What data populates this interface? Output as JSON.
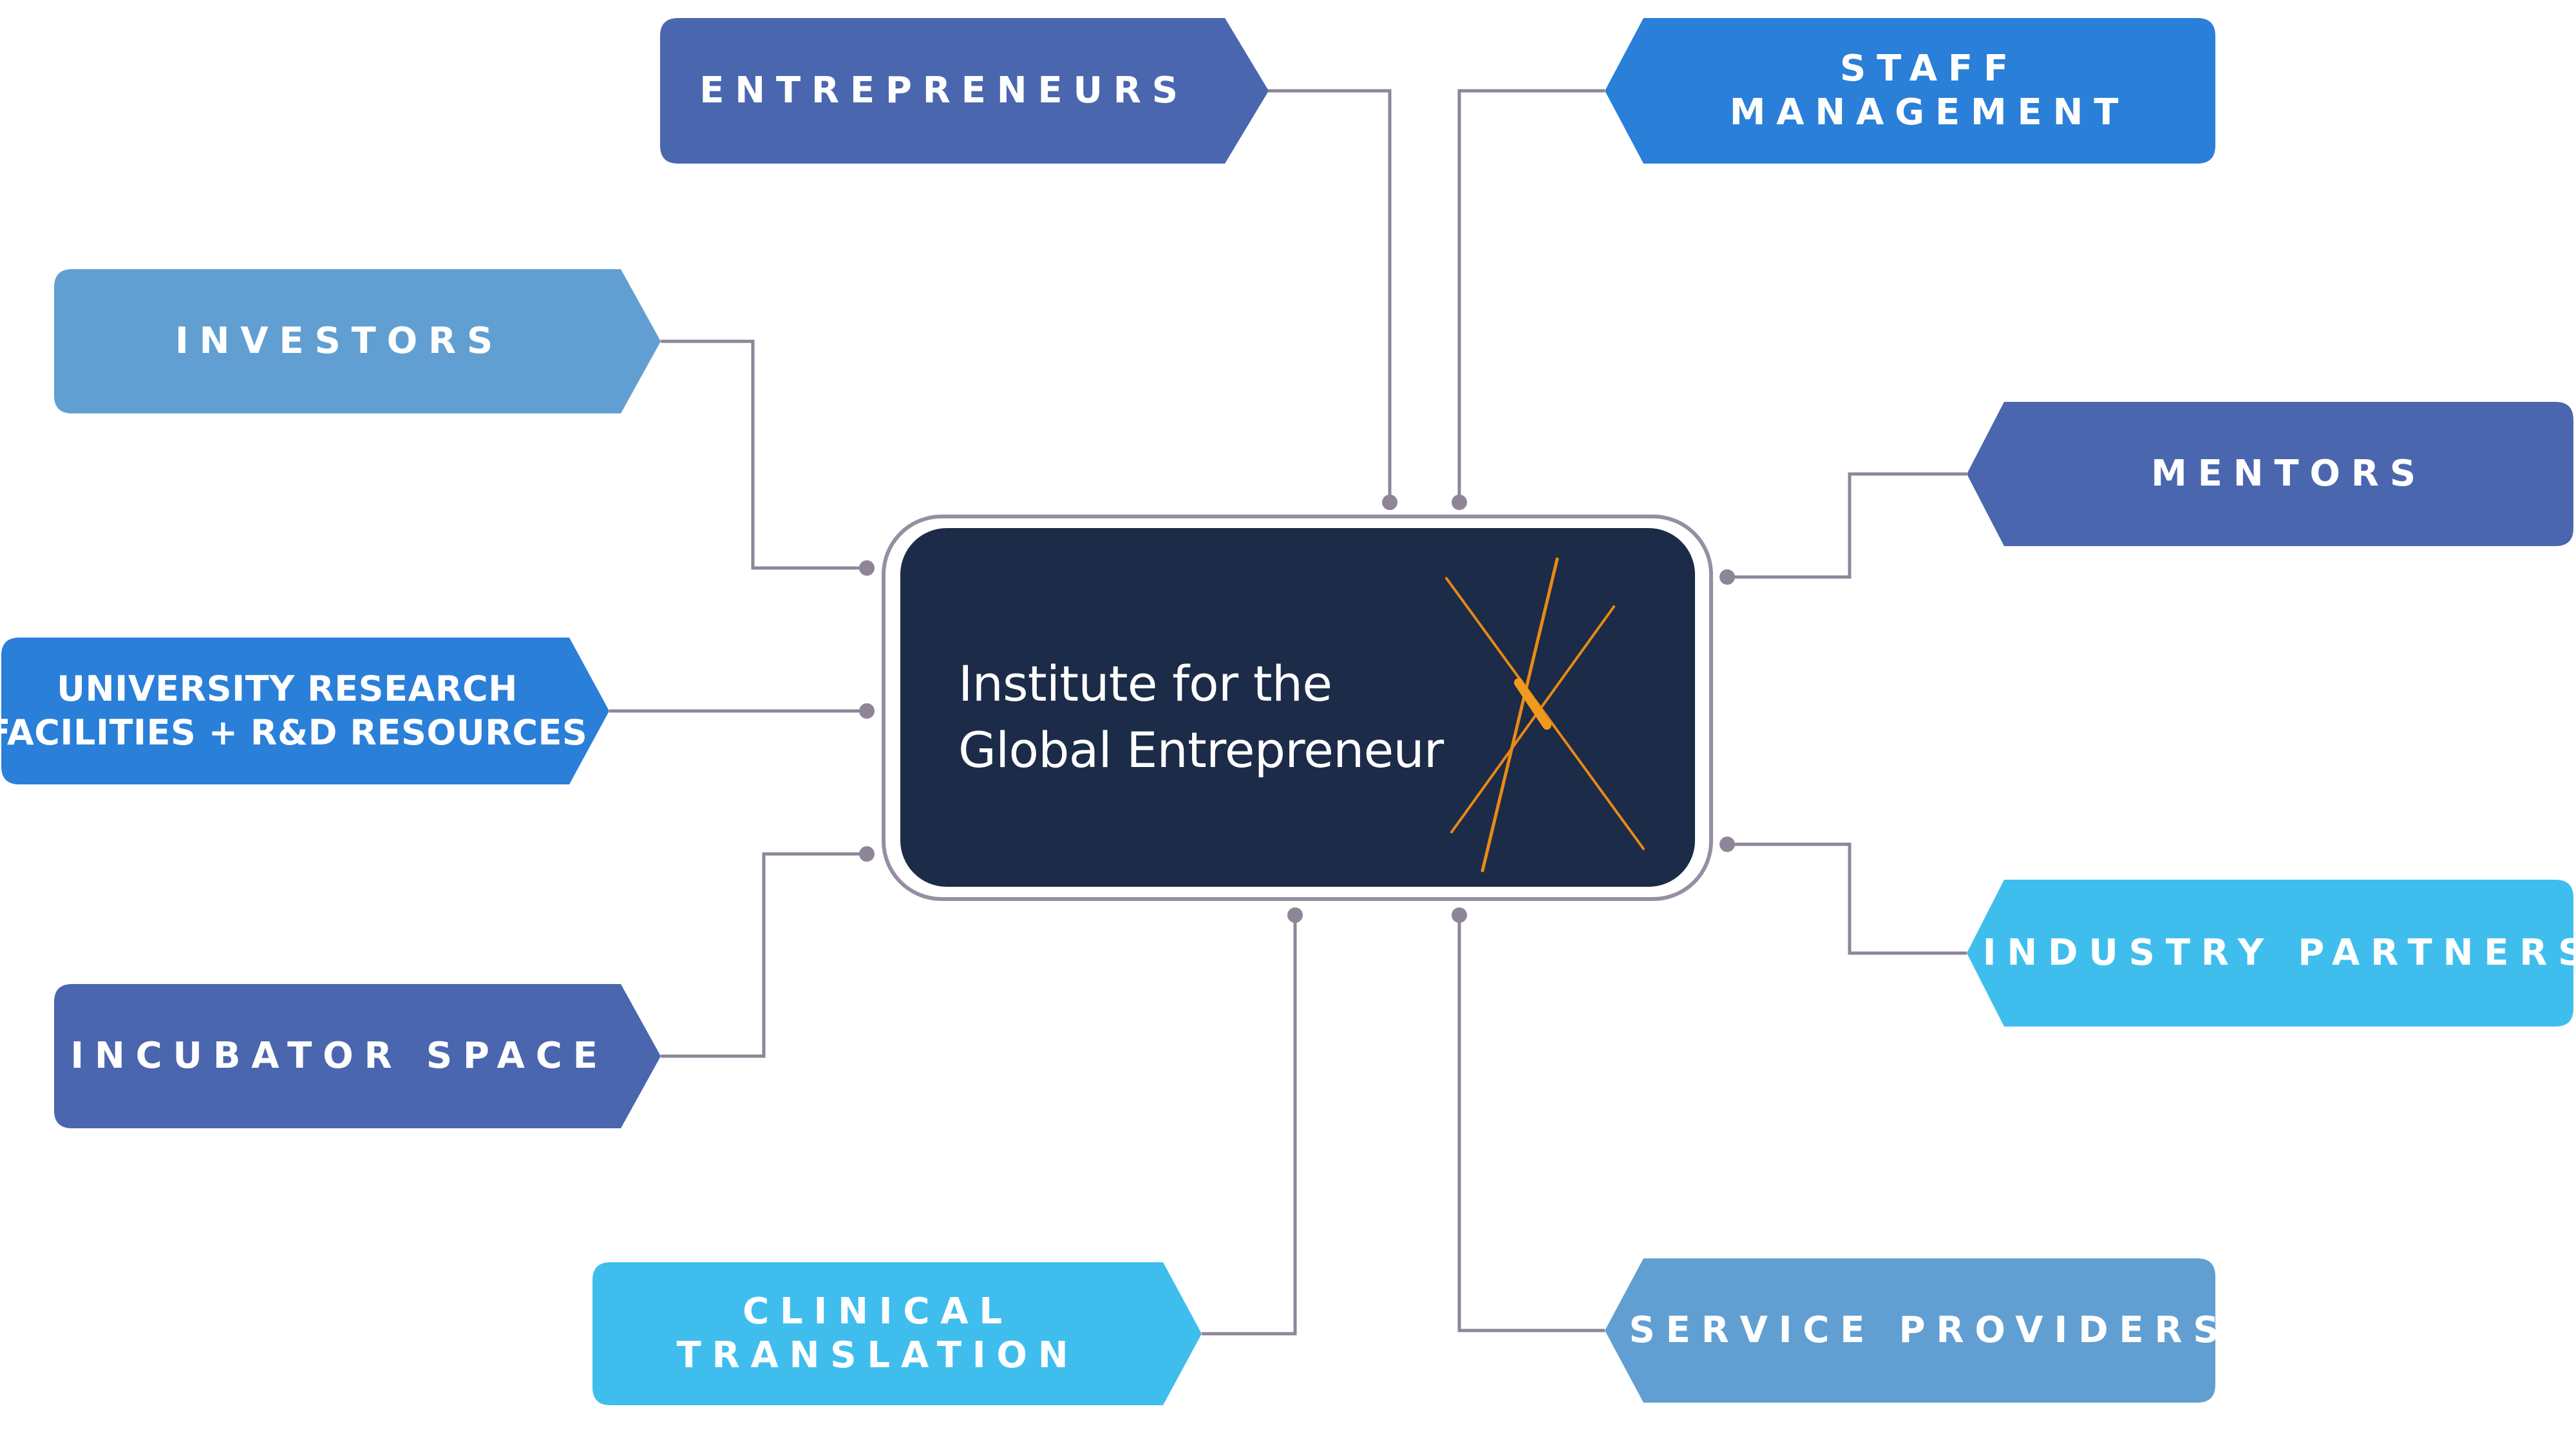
{
  "center": {
    "title_line1": "Institute for the",
    "title_line2": "Global Entrepreneur"
  },
  "nodes": {
    "entrepreneurs": {
      "lines": [
        "ENTREPRENEURS"
      ]
    },
    "staff_management": {
      "lines": [
        "STAFF",
        "MANAGEMENT"
      ]
    },
    "investors": {
      "lines": [
        "INVESTORS"
      ]
    },
    "mentors": {
      "lines": [
        "MENTORS"
      ]
    },
    "university": {
      "lines": [
        "UNIVERSITY RESEARCH",
        "FACILITIES + R&D RESOURCES"
      ]
    },
    "industry_partners": {
      "lines": [
        "INDUSTRY PARTNERS"
      ]
    },
    "incubator_space": {
      "lines": [
        "INCUBATOR SPACE"
      ]
    },
    "clinical_translation": {
      "lines": [
        "CLINICAL",
        "TRANSLATION"
      ]
    },
    "service_providers": {
      "lines": [
        "SERVICE PROVIDERS"
      ]
    }
  },
  "colors": {
    "indigo": "#4A66AE",
    "blue": "#2A7FD8",
    "steel": "#619FD2",
    "sky": "#3FBEEE",
    "navy": "#1C2B48",
    "connector": "#8E8698",
    "center_outline": "#968EA2",
    "logo_orange": "#E88A14"
  }
}
